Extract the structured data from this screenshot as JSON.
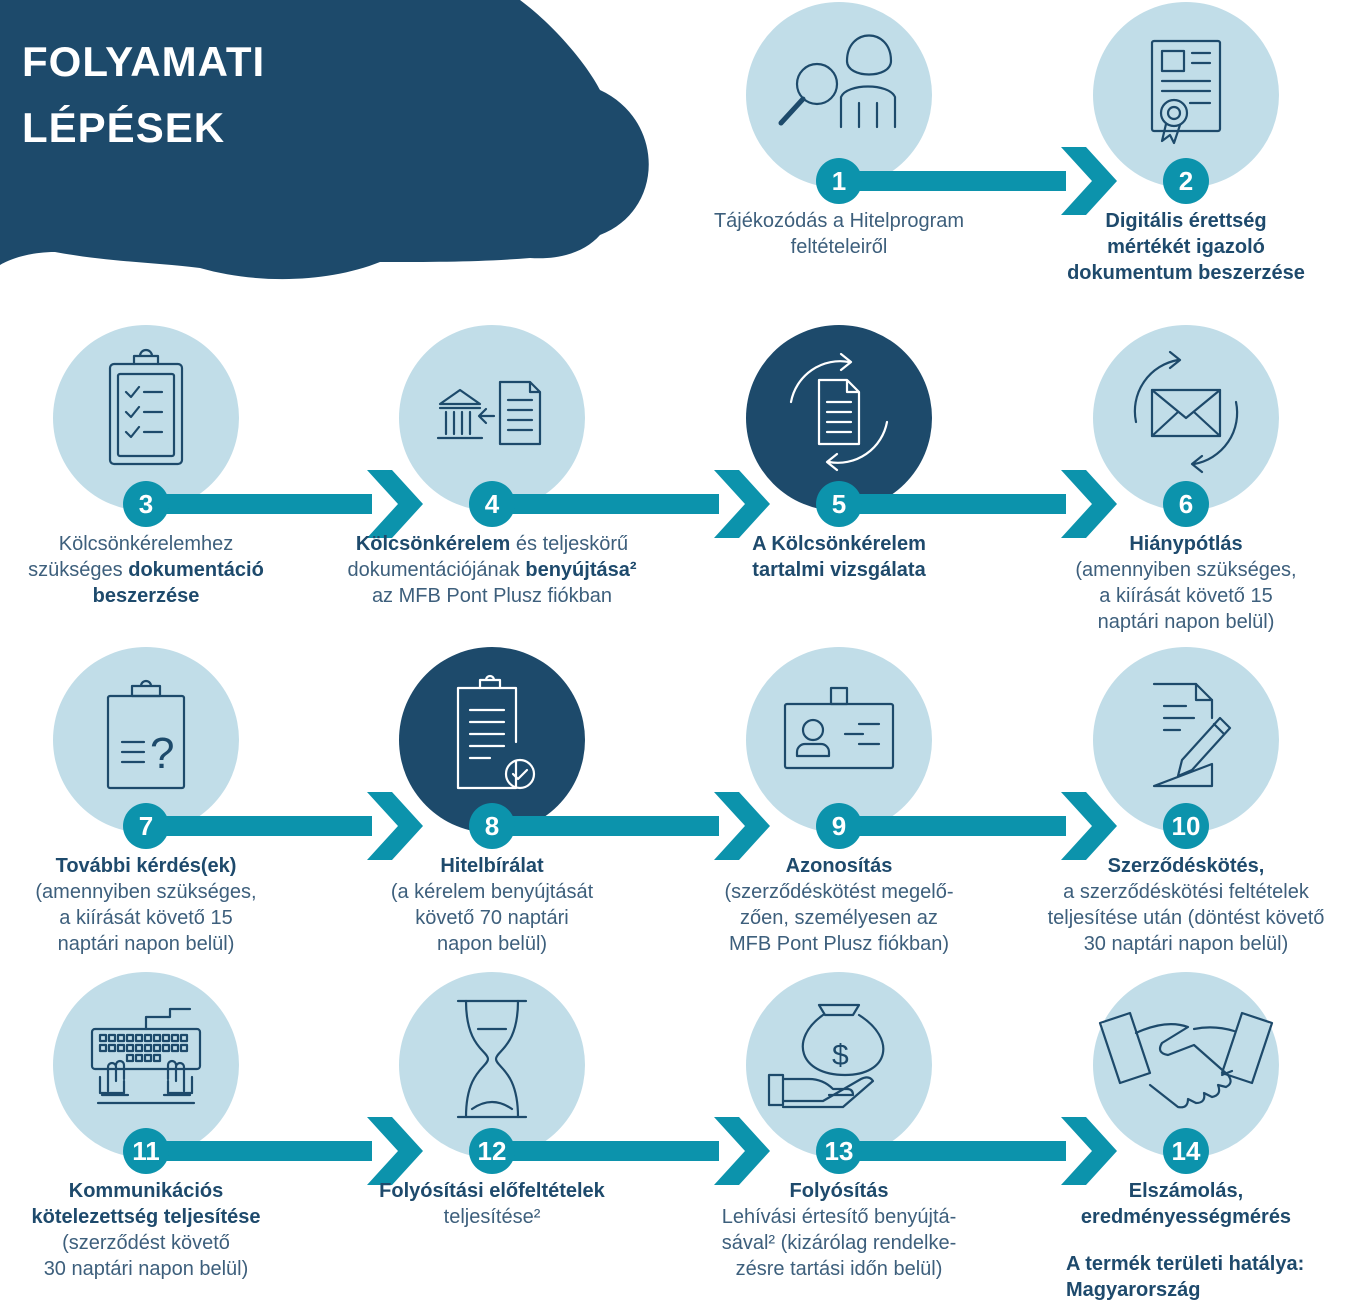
{
  "header": {
    "title_line1": "FOLYAMATI",
    "title_line2": "LÉPÉSEK"
  },
  "colors": {
    "circle_light": "#c1dde8",
    "circle_dark": "#1d4a6b",
    "arrow": "#0c93ac",
    "badge": "#0c93ac",
    "text": "#1e4a6c"
  },
  "steps": [
    {
      "num": "1",
      "icon": "person-magnifier-icon",
      "dark": false,
      "lines": [
        [
          [
            "l",
            "Tájékozódás a Hitelprogram"
          ]
        ],
        [
          [
            "l",
            "feltételeiről"
          ]
        ]
      ]
    },
    {
      "num": "2",
      "icon": "certificate-document-icon",
      "dark": false,
      "lines": [
        [
          [
            "b",
            "Digitális érettség"
          ]
        ],
        [
          [
            "b",
            "mértékét igazoló"
          ]
        ],
        [
          [
            "b",
            "dokumentum beszerzése"
          ]
        ]
      ]
    },
    {
      "num": "3",
      "icon": "clipboard-checklist-icon",
      "dark": false,
      "lines": [
        [
          [
            "l",
            "Kölcsönkérelemhez"
          ]
        ],
        [
          [
            "l",
            "szükséges "
          ],
          [
            "b",
            "dokumentáció"
          ]
        ],
        [
          [
            "b",
            "beszerzése"
          ]
        ]
      ]
    },
    {
      "num": "4",
      "icon": "bank-document-transfer-icon",
      "dark": false,
      "lines": [
        [
          [
            "b",
            "Kölcsönkérelem"
          ],
          [
            "l",
            " és teljeskörű"
          ]
        ],
        [
          [
            "l",
            "dokumentációjának "
          ],
          [
            "b",
            "benyújtása²"
          ]
        ],
        [
          [
            "l",
            "az MFB Pont Plusz fiókban"
          ]
        ]
      ]
    },
    {
      "num": "5",
      "icon": "document-refresh-icon",
      "dark": true,
      "lines": [
        [
          [
            "b",
            "A Kölcsönkérelem"
          ]
        ],
        [
          [
            "b",
            "tartalmi vizsgálata"
          ]
        ]
      ]
    },
    {
      "num": "6",
      "icon": "envelope-refresh-icon",
      "dark": false,
      "lines": [
        [
          [
            "b",
            "Hiánypótlás"
          ]
        ],
        [
          [
            "l",
            "(amennyiben szükséges,"
          ]
        ],
        [
          [
            "l",
            "a kiírását követő 15"
          ]
        ],
        [
          [
            "l",
            "naptári napon belül)"
          ]
        ]
      ]
    },
    {
      "num": "7",
      "icon": "clipboard-question-icon",
      "dark": false,
      "lines": [
        [
          [
            "b",
            "További kérdés(ek)"
          ]
        ],
        [
          [
            "l",
            "(amennyiben szükséges,"
          ]
        ],
        [
          [
            "l",
            "a kiírását követő 15"
          ]
        ],
        [
          [
            "l",
            "naptári napon belül)"
          ]
        ]
      ]
    },
    {
      "num": "8",
      "icon": "clipboard-approved-icon",
      "dark": true,
      "lines": [
        [
          [
            "b",
            "Hitelbírálat"
          ]
        ],
        [
          [
            "l",
            "(a kérelem benyújtását"
          ]
        ],
        [
          [
            "l",
            "követő 70 naptári"
          ]
        ],
        [
          [
            "l",
            "napon belül)"
          ]
        ]
      ]
    },
    {
      "num": "9",
      "icon": "id-card-icon",
      "dark": false,
      "lines": [
        [
          [
            "b",
            "Azonosítás"
          ]
        ],
        [
          [
            "l",
            "(szerződéskötést megelő-"
          ]
        ],
        [
          [
            "l",
            "zően, személyesen az"
          ]
        ],
        [
          [
            "l",
            "MFB Pont Plusz fiókban)"
          ]
        ]
      ]
    },
    {
      "num": "10",
      "icon": "document-signing-icon",
      "dark": false,
      "lines": [
        [
          [
            "b",
            "Szerződéskötés,"
          ]
        ],
        [
          [
            "l",
            "a szerződéskötési feltételek"
          ]
        ],
        [
          [
            "l",
            "teljesítése után (döntést követő"
          ]
        ],
        [
          [
            "l",
            "30 naptári napon belül)"
          ]
        ]
      ]
    },
    {
      "num": "11",
      "icon": "keyboard-hands-icon",
      "dark": false,
      "lines": [
        [
          [
            "b",
            "Kommunikációs"
          ]
        ],
        [
          [
            "b",
            "kötelezettség teljesítése"
          ]
        ],
        [
          [
            "l",
            "(szerződést követő"
          ]
        ],
        [
          [
            "l",
            "30 naptári napon belül)"
          ]
        ]
      ]
    },
    {
      "num": "12",
      "icon": "hourglass-icon",
      "dark": false,
      "lines": [
        [
          [
            "b",
            "Folyósítási előfeltételek"
          ]
        ],
        [
          [
            "l",
            "teljesítése²"
          ]
        ]
      ]
    },
    {
      "num": "13",
      "icon": "money-bag-hand-icon",
      "dark": false,
      "lines": [
        [
          [
            "b",
            "Folyósítás"
          ]
        ],
        [
          [
            "l",
            "Lehívási értesítő benyújtá-"
          ]
        ],
        [
          [
            "l",
            "sával² (kizárólag rendelke-"
          ]
        ],
        [
          [
            "l",
            "zésre tartási időn belül)"
          ]
        ]
      ]
    },
    {
      "num": "14",
      "icon": "handshake-icon",
      "dark": false,
      "lines": [
        [
          [
            "b",
            "Elszámolás,"
          ]
        ],
        [
          [
            "b",
            "eredményességmérés"
          ]
        ]
      ]
    }
  ],
  "footer": {
    "line1": "A termék területi hatálya:",
    "line2": "Magyarország"
  }
}
